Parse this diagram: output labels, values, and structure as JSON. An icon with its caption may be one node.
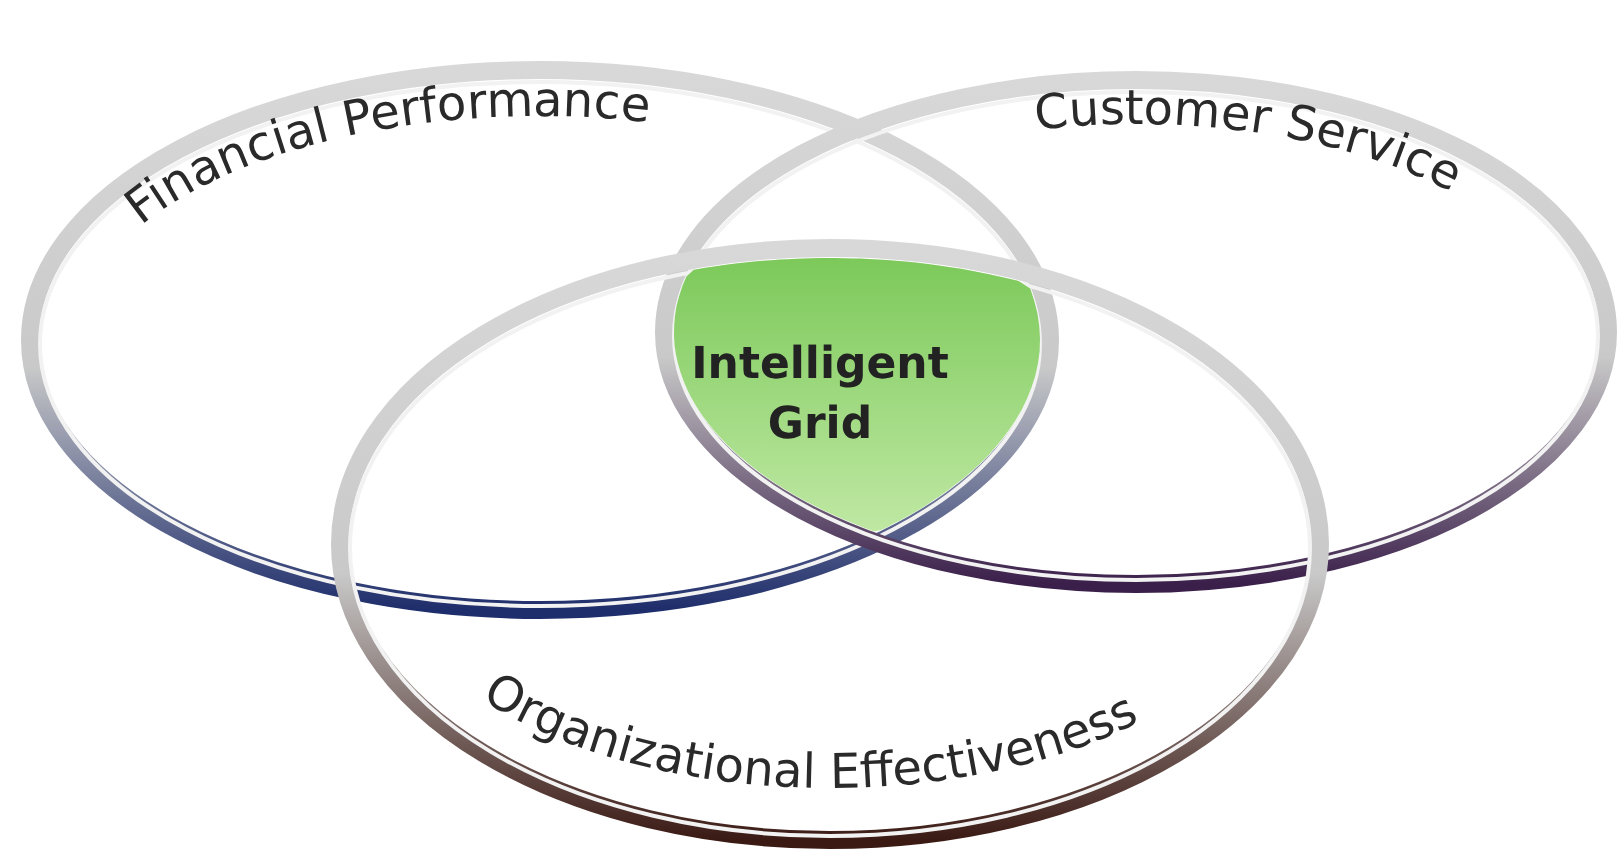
{
  "diagram": {
    "nodes": [
      {
        "text": [
          "Financial Performance"
        ]
      },
      {
        "text": [
          "Customer Service"
        ]
      },
      {
        "text": [
          "Organizational Effectiveness"
        ]
      },
      {
        "text": [
          "Intelligent Grid"
        ]
      }
    ]
  }
}
